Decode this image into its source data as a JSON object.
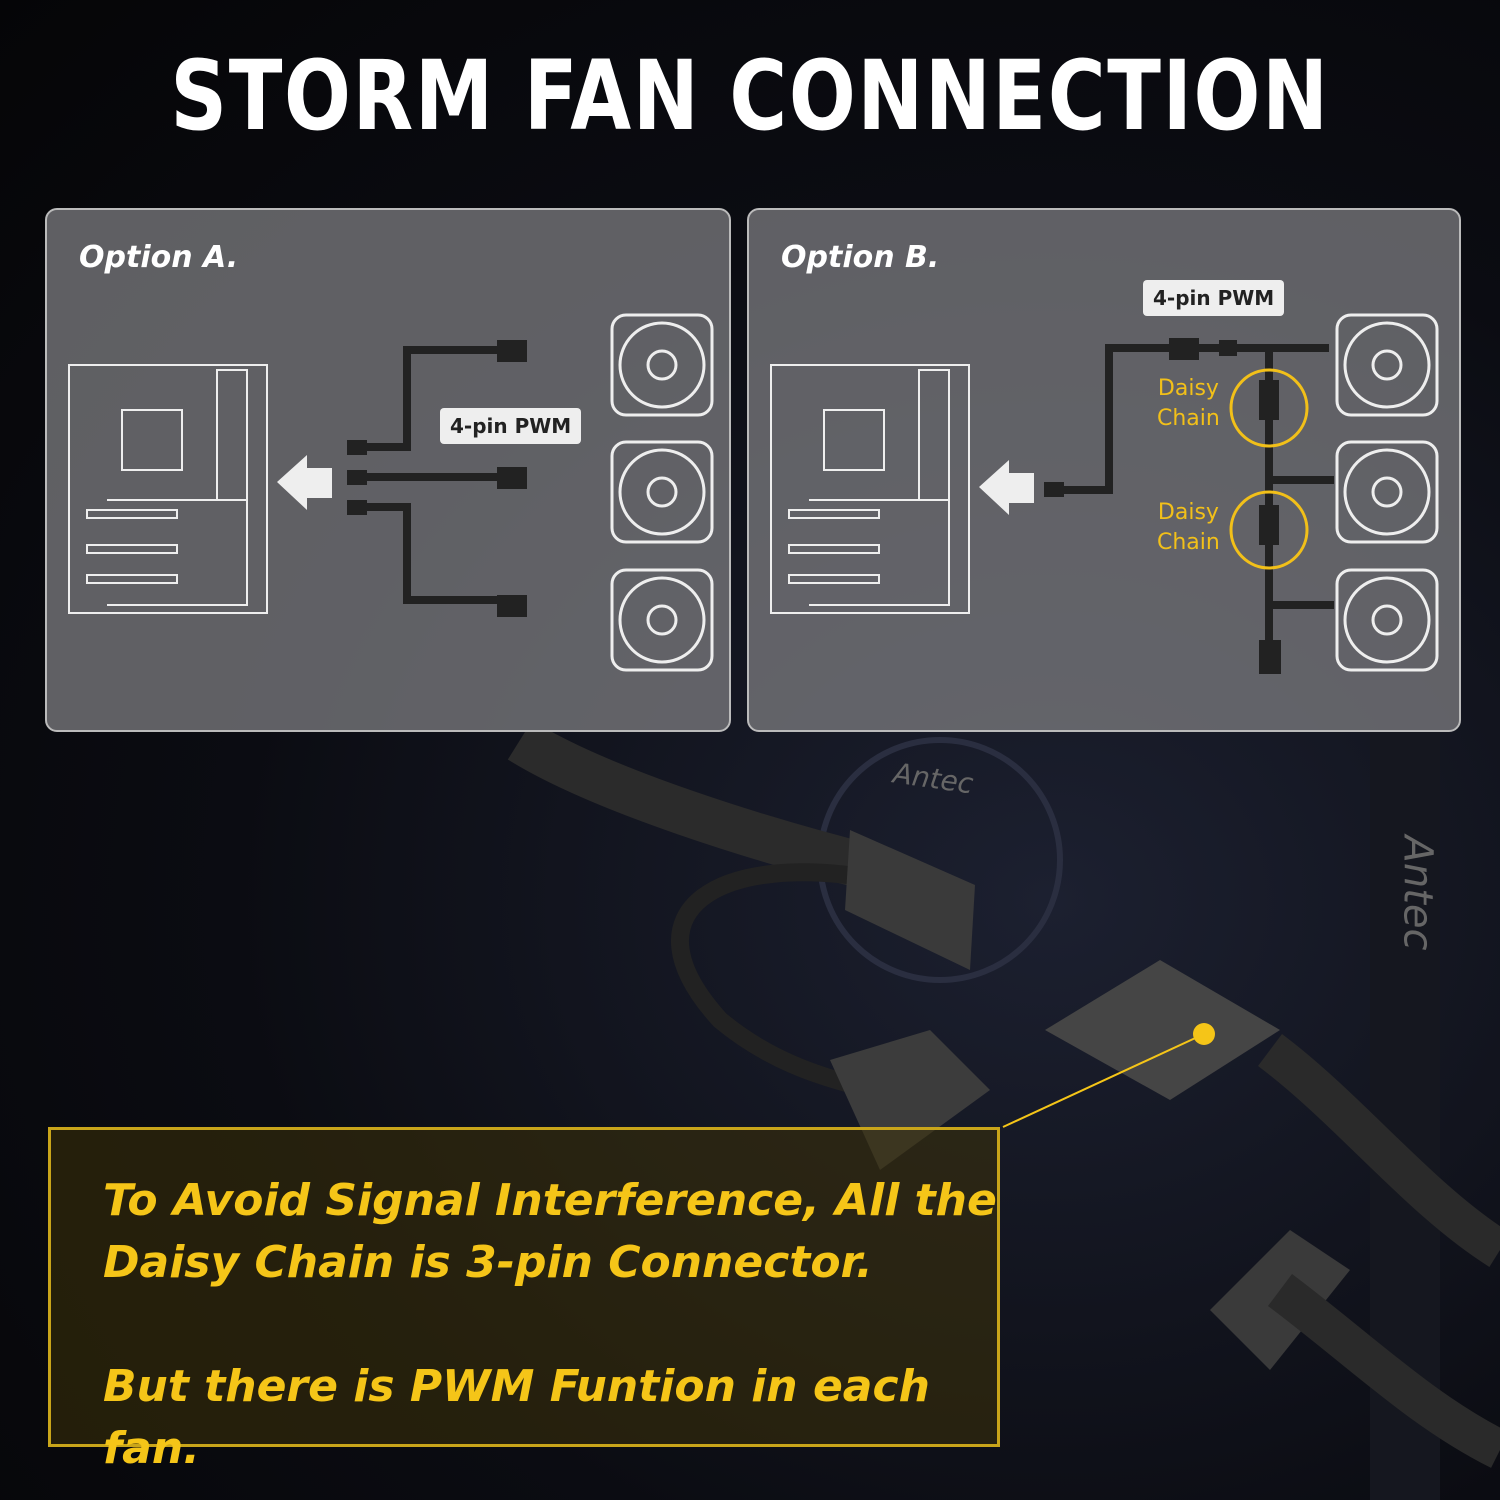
{
  "title": "STORM FAN CONNECTION",
  "option_a": {
    "label": "Option A.",
    "pwm_tag": "4-pin PWM"
  },
  "option_b": {
    "label": "Option B.",
    "pwm_tag": "4-pin PWM",
    "daisy_labels": [
      "Daisy\nChain",
      "Daisy\nChain"
    ]
  },
  "callout": {
    "line1": "To Avoid Signal Interference, All the",
    "line2": "Daisy Chain is 3-pin Connector.",
    "line3": "But there is PWM Funtion in each fan."
  },
  "logos": [
    "Antec",
    "Antec"
  ],
  "colors": {
    "accent": "#f5c518",
    "panel": "#78787c",
    "background": "#0b0c12"
  }
}
